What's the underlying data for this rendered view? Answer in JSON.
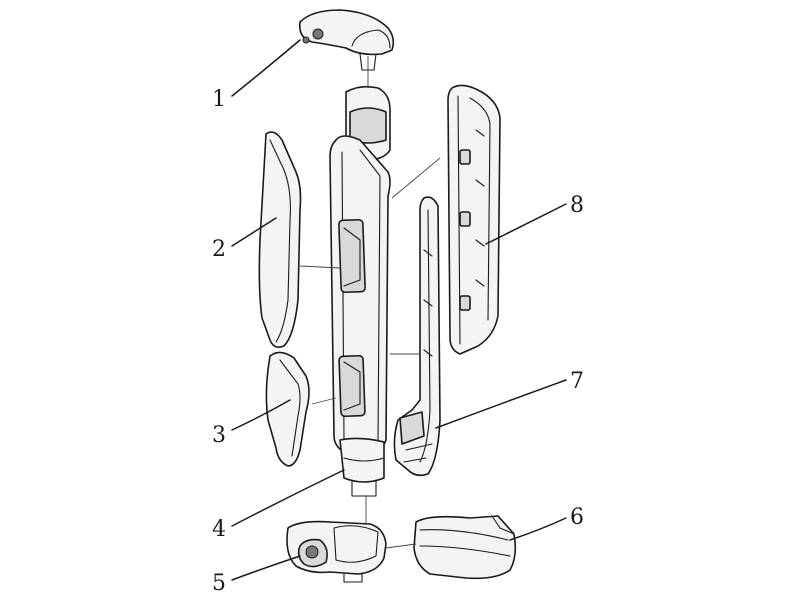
{
  "labels": [
    {
      "id": "1",
      "text": "1"
    },
    {
      "id": "2",
      "text": "2"
    },
    {
      "id": "3",
      "text": "3"
    },
    {
      "id": "4",
      "text": "4"
    },
    {
      "id": "5",
      "text": "5"
    },
    {
      "id": "6",
      "text": "6"
    },
    {
      "id": "7",
      "text": "7"
    },
    {
      "id": "8",
      "text": "8"
    }
  ],
  "colors": {
    "line": "#1a1a1a",
    "fill": "#f4f4f4",
    "shade": "#d9d9d9",
    "background": "#ffffff"
  }
}
